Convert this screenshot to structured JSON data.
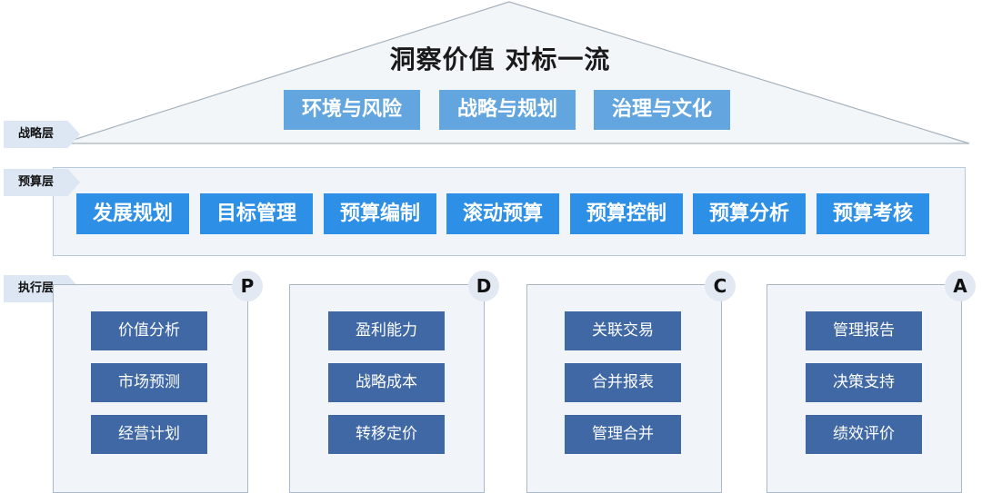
{
  "title": "洞察价值 对标一流",
  "layers": {
    "strategy": "战略层",
    "budget": "预算层",
    "execution": "执行层"
  },
  "strategy_items": [
    "环境与风险",
    "战略与规划",
    "治理与文化"
  ],
  "budget_items": [
    "发展规划",
    "目标管理",
    "预算编制",
    "滚动预算",
    "预算控制",
    "预算分析",
    "预算考核"
  ],
  "execution": [
    {
      "letter": "P",
      "items": [
        "价值分析",
        "市场预测",
        "经营计划"
      ]
    },
    {
      "letter": "D",
      "items": [
        "盈利能力",
        "战略成本",
        "转移定价"
      ]
    },
    {
      "letter": "C",
      "items": [
        "关联交易",
        "合并报表",
        "管理合并"
      ]
    },
    {
      "letter": "A",
      "items": [
        "管理报告",
        "决策支持",
        "绩效评价"
      ]
    }
  ],
  "colors": {
    "strategy_box": "#62a5df",
    "budget_box": "#2e8fe6",
    "execution_box": "#3f68a4",
    "panel_bg": "#f1f5f9",
    "tag_bg": "#dce7f3"
  }
}
